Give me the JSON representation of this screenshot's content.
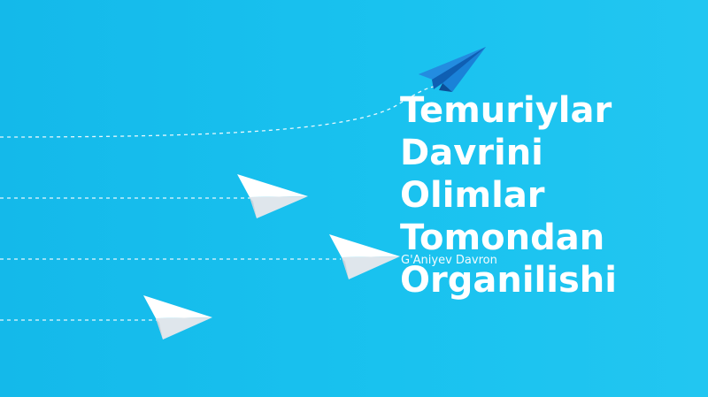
{
  "slide": {
    "title_lines": [
      "Temuriylar",
      "Davrini",
      "Olimlar",
      "Tomondan",
      "Organilishi"
    ],
    "subtitle": "G'Aniyev Davron"
  },
  "colors": {
    "background": "#19c2ef",
    "leader_plane": "#1a7fd6",
    "paper_plane": "#f4f6f8",
    "trail": "#ffffff"
  },
  "icons": [
    "leader-blue-paper-plane-icon",
    "paper-plane-icon"
  ]
}
